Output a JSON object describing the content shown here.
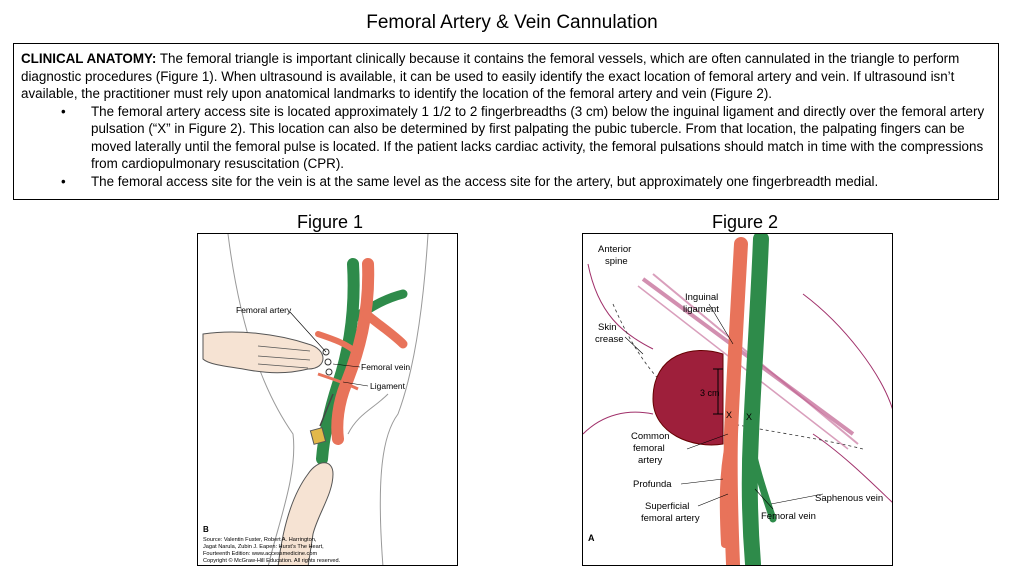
{
  "title": "Femoral Artery & Vein Cannulation",
  "intro": {
    "heading": "CLINICAL ANATOMY:",
    "text": "The femoral triangle is important clinically because it contains the femoral vessels, which are often cannulated in the triangle to perform diagnostic procedures (Figure 1). When ultrasound is available, it can be used to easily identify the exact location of femoral artery and vein. If ultrasound isn’t available, the practitioner must rely upon anatomical landmarks to identify the location of the femoral artery and vein (Figure 2)."
  },
  "bullets": [
    "The femoral artery access site is located approximately 1 1/2 to 2 fingerbreadths (3 cm) below the inguinal ligament and directly over the femoral artery pulsation (“X” in Figure 2). This location can also be determined by first palpating the pubic tubercle. From that location, the palpating fingers can be moved laterally until the femoral pulse is located. If the patient lacks cardiac activity, the femoral pulsations should match in time with the compressions from cardiopulmonary resuscitation (CPR).",
    "The femoral access site for the vein is at the same level as the access site for the artery, but approximately one fingerbreadth medial."
  ],
  "bullet_symbol": "•",
  "figure1": {
    "label": "Figure 1",
    "callouts": {
      "artery": "Femoral artery",
      "vein": "Femoral vein",
      "ligament": "Ligament"
    },
    "panel_letter": "B",
    "source_lines": [
      "Source: Valentin Fuster, Robert A. Harrington,",
      "Jagat Narula, Zubin J. Eapen: Hurst’s The Heart,",
      "Fourteenth Edition: www.accessmedicine.com",
      "Copyright © McGraw-Hill Education. All rights reserved."
    ]
  },
  "figure2": {
    "label": "Figure 2",
    "callouts": {
      "anterior": "Anterior",
      "spine": "spine",
      "inguinal": "Inguinal",
      "ligament": "ligament",
      "skin": "Skin",
      "crease": "crease",
      "measure": "3 cm",
      "x_mark": "X",
      "common": "Common",
      "femoral": "femoral",
      "artery": "artery",
      "profunda": "Profunda",
      "superficial": "Superficial",
      "superficial_artery": "femoral artery",
      "saphenous": "Saphenous vein",
      "femoral_vein": "Femoral vein"
    },
    "panel_letter": "A"
  },
  "colors": {
    "artery": "#e8735a",
    "vein": "#2e8b4a",
    "thigh_mass": "#9e1f3b",
    "skin_line": "#a0306a"
  }
}
